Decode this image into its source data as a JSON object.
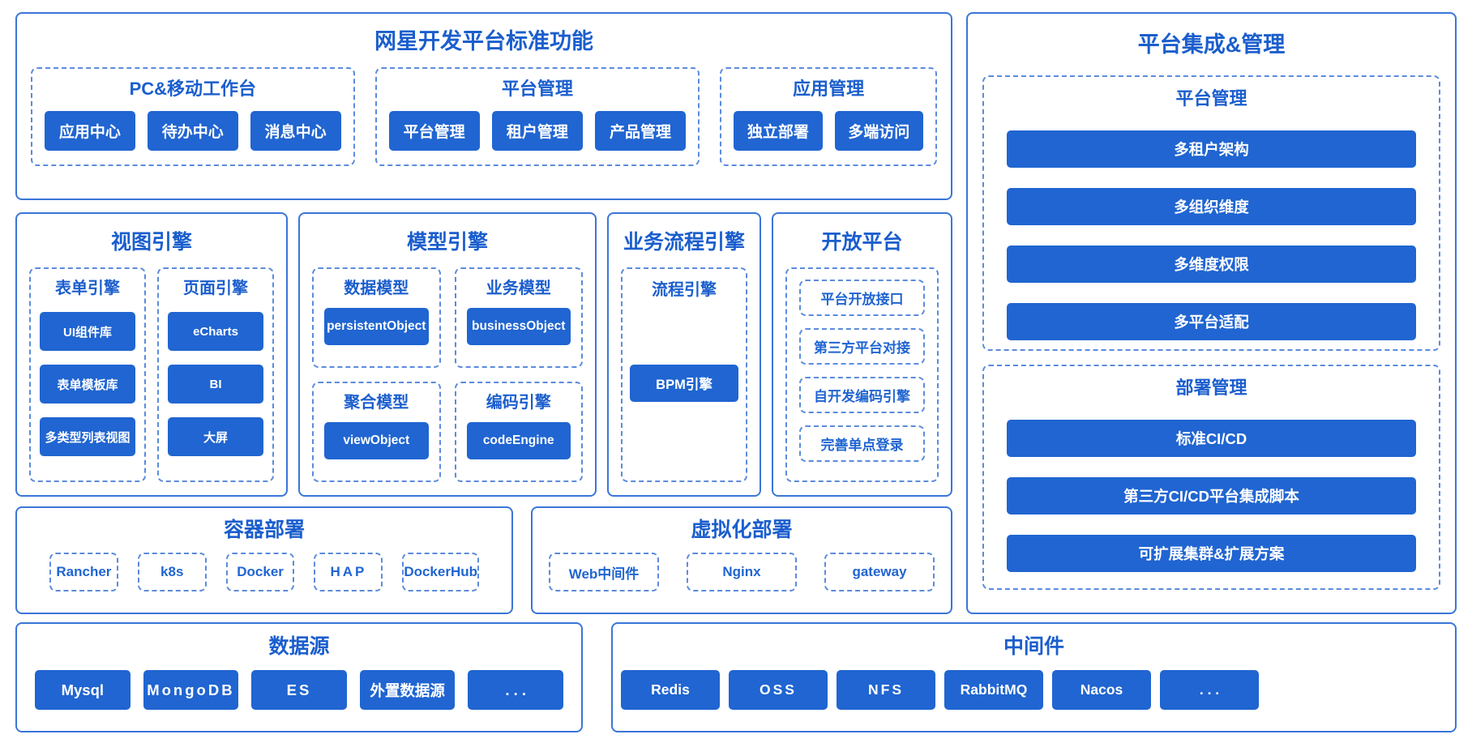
{
  "colors": {
    "accent": "#1b5ecd",
    "button_bg": "#2065d1",
    "button_text": "#ffffff"
  },
  "standard": {
    "title": "网星开发平台标准功能",
    "groups": [
      {
        "title": "PC&移动工作台",
        "items": [
          "应用中心",
          "待办中心",
          "消息中心"
        ]
      },
      {
        "title": "平台管理",
        "items": [
          "平台管理",
          "租户管理",
          "产品管理"
        ]
      },
      {
        "title": "应用管理",
        "items": [
          "独立部署",
          "多端访问"
        ]
      }
    ]
  },
  "view_engine": {
    "title": "视图引擎",
    "form_engine": {
      "title": "表单引擎",
      "items": [
        "UI组件库",
        "表单模板库",
        "多类型列表视图"
      ]
    },
    "page_engine": {
      "title": "页面引擎",
      "items": [
        "eCharts",
        "BI",
        "大屏"
      ]
    }
  },
  "model_engine": {
    "title": "模型引擎",
    "cells": [
      {
        "title": "数据模型",
        "item": "persistentObject"
      },
      {
        "title": "业务模型",
        "item": "businessObject"
      },
      {
        "title": "聚合模型",
        "item": "viewObject"
      },
      {
        "title": "编码引擎",
        "item": "codeEngine"
      }
    ]
  },
  "process_engine": {
    "title": "业务流程引擎",
    "sub_title": "流程引擎",
    "item": "BPM引擎"
  },
  "open_platform": {
    "title": "开放平台",
    "items": [
      "平台开放接口",
      "第三方平台对接",
      "自开发编码引擎",
      "完善单点登录"
    ]
  },
  "container_deploy": {
    "title": "容器部署",
    "items": [
      "Rancher",
      "k8s",
      "Docker",
      "HAP",
      "DockerHub"
    ]
  },
  "virtualization_deploy": {
    "title": "虚拟化部署",
    "items": [
      "Web中间件",
      "Nginx",
      "gateway"
    ]
  },
  "integration": {
    "title": "平台集成&管理",
    "platform_mgmt": {
      "title": "平台管理",
      "items": [
        "多租户架构",
        "多组织维度",
        "多维度权限",
        "多平台适配"
      ]
    },
    "deploy_mgmt": {
      "title": "部署管理",
      "items": [
        "标准CI/CD",
        "第三方CI/CD平台集成脚本",
        "可扩展集群&扩展方案"
      ]
    }
  },
  "datasource": {
    "title": "数据源",
    "items": [
      "Mysql",
      "MongoDB",
      "ES",
      "外置数据源",
      ". . ."
    ]
  },
  "middleware": {
    "title": "中间件",
    "items": [
      "Redis",
      "OSS",
      "NFS",
      "RabbitMQ",
      "Nacos",
      ". . ."
    ]
  }
}
